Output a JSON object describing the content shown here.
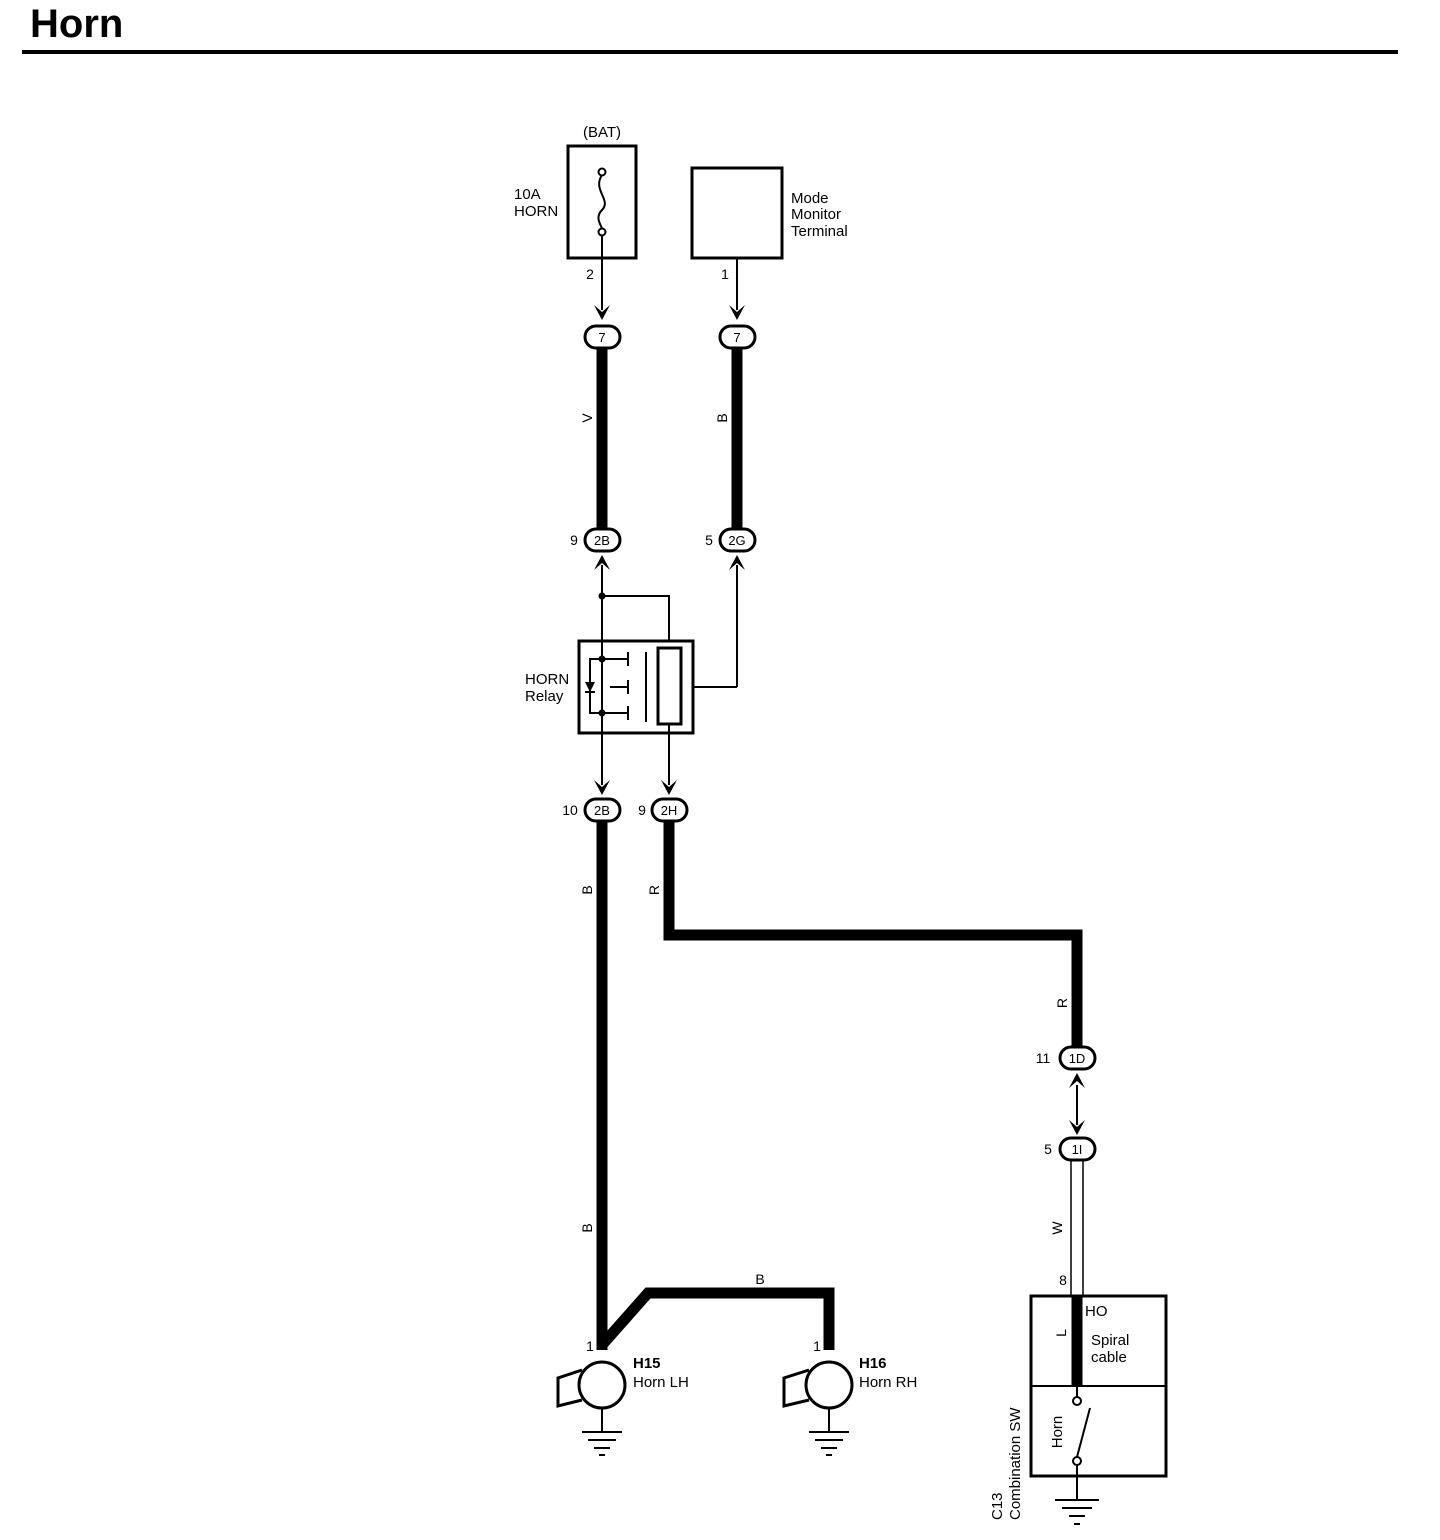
{
  "title": "Horn",
  "components": {
    "fuse": {
      "source": "(BAT)",
      "rating": "10A",
      "name": "HORN",
      "pin": "2"
    },
    "monitor": {
      "line1": "Mode",
      "line2": "Monitor",
      "line3": "Terminal",
      "pin": "1"
    },
    "relay": {
      "line1": "HORN",
      "line2": "Relay"
    },
    "horn_lh": {
      "code": "H15",
      "name": "Horn LH",
      "pin": "1"
    },
    "horn_rh": {
      "code": "H16",
      "name": "Horn RH",
      "pin": "1"
    },
    "combination_sw": {
      "code": "C13",
      "name": "Combination SW",
      "terminal": "HO",
      "spiral_line1": "Spiral",
      "spiral_line2": "cable",
      "horn_label": "Horn",
      "pin": "8"
    }
  },
  "connectors": [
    {
      "id": "7",
      "pin": ""
    },
    {
      "id": "7",
      "pin": ""
    },
    {
      "id": "2B",
      "pin": "9"
    },
    {
      "id": "2G",
      "pin": "5"
    },
    {
      "id": "2B",
      "pin": "10"
    },
    {
      "id": "2H",
      "pin": "9"
    },
    {
      "id": "1D",
      "pin": "11"
    },
    {
      "id": "1I",
      "pin": "5"
    }
  ],
  "wire_colors": {
    "fuse_to_2B": "V",
    "monitor_to_2G": "B",
    "relay_to_horn": "B",
    "relay_to_switch_top": "R",
    "relay_to_switch_right": "R",
    "switch_w": "W",
    "horn_upper": "B",
    "horn_link": "B",
    "spiral_l": "L"
  }
}
